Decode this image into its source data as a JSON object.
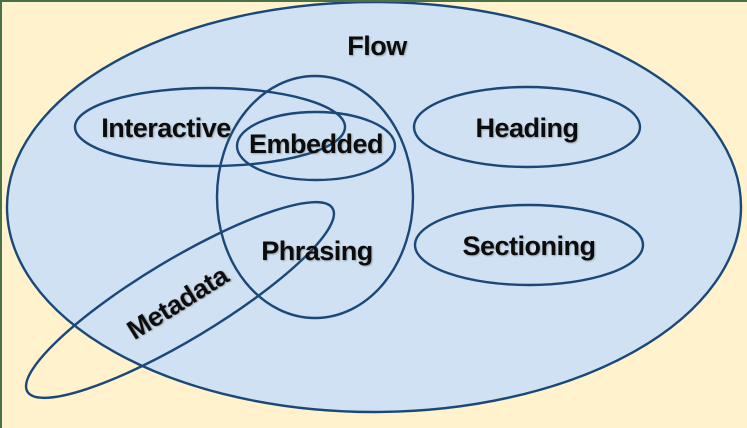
{
  "canvas": {
    "background_color": "#fff2cc",
    "border_color": "#4a7045"
  },
  "diagram": {
    "type": "venn-euler",
    "description": "Venn diagram of overlapping content categories",
    "fill_color": "#cfe1f2",
    "stroke_color": "#1a4879",
    "label_color": "#0c0c0c",
    "labels": {
      "flow": "Flow",
      "interactive": "Interactive",
      "embedded": "Embedded",
      "heading": "Heading",
      "phrasing": "Phrasing",
      "sectioning": "Sectioning",
      "metadata": "Metadata"
    }
  }
}
